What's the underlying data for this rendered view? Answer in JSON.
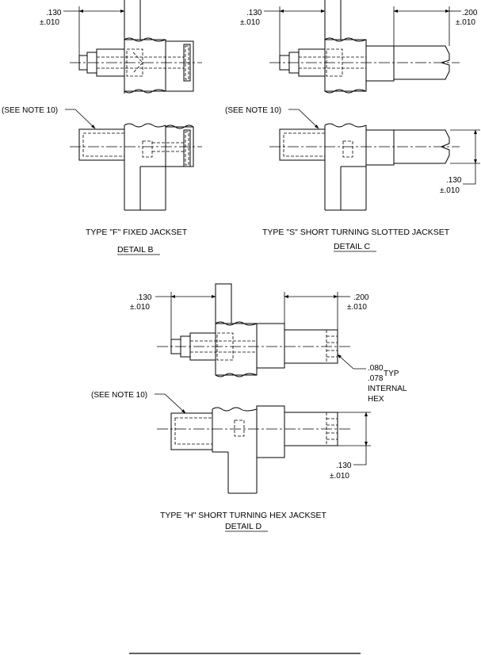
{
  "details": {
    "b": {
      "dim_top": [
        ".130",
        "±.010"
      ],
      "note": "(SEE NOTE 10)",
      "type_label": "TYPE \"F\" FIXED JACKSET",
      "detail_label": "DETAIL  B"
    },
    "c": {
      "dim_top_left": [
        ".130",
        "±.010"
      ],
      "dim_top_right": [
        ".200",
        "±.010"
      ],
      "note": "(SEE NOTE 10)",
      "dim_bottom_right": [
        ".130",
        "±.010"
      ],
      "type_label": "TYPE \"S\" SHORT TURNING SLOTTED JACKSET",
      "detail_label": "DETAIL  C"
    },
    "d": {
      "dim_top_left": [
        ".130",
        "±.010"
      ],
      "dim_top_right": [
        ".200",
        "±.010"
      ],
      "hex_callout": [
        ".080",
        ".078",
        "TYP",
        "INTERNAL",
        "HEX"
      ],
      "note": "(SEE NOTE 10)",
      "dim_bottom_right": [
        ".130",
        "±.010"
      ],
      "type_label": "TYPE \"H\" SHORT TURNING HEX JACKSET",
      "detail_label": "DETAIL  D"
    }
  }
}
